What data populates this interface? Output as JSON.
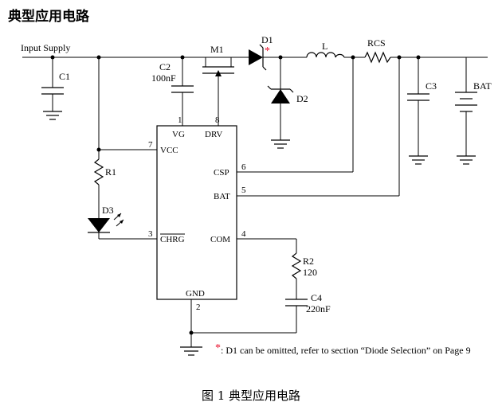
{
  "heading": "典型应用电路",
  "caption": "图 1    典型应用电路",
  "labels": {
    "input_supply": "Input Supply",
    "c1": "C1",
    "c2": "C2",
    "c2_value": "100nF",
    "m1": "M1",
    "d1": "D1",
    "d1_mark": "*",
    "l": "L",
    "rcs": "RCS",
    "d2": "D2",
    "c3": "C3",
    "bat_supply": "BAT",
    "r1": "R1",
    "d3": "D3",
    "r2": "R2",
    "r2_value": "120",
    "c4": "C4",
    "c4_value": "220nF"
  },
  "ic": {
    "pins": [
      {
        "num": "1",
        "name": "VG"
      },
      {
        "num": "8",
        "name": "DRV"
      },
      {
        "num": "7",
        "name": "VCC"
      },
      {
        "num": "6",
        "name": "CSP"
      },
      {
        "num": "5",
        "name": "BAT"
      },
      {
        "num": "3",
        "name": "CHRG"
      },
      {
        "num": "4",
        "name": "COM"
      },
      {
        "num": "2",
        "name": "GND"
      }
    ]
  },
  "note": {
    "mark": "*",
    "text": ": D1 can be omitted, refer to section “Diode Selection” on Page 9"
  },
  "colors": {
    "accent_mark": "#e8112d",
    "line": "#000000"
  }
}
